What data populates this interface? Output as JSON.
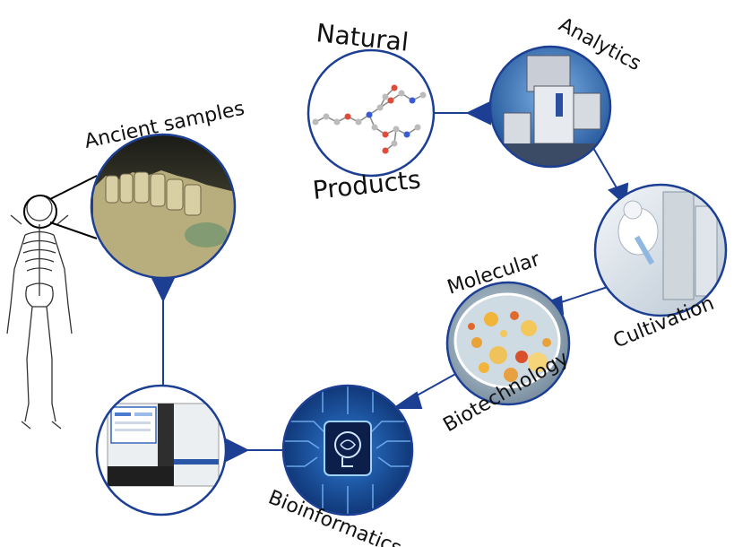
{
  "labels": {
    "ancient": "Ancient samples",
    "natural": "Natural",
    "products": "Products",
    "analytics": "Analytics",
    "cultivation": "Cultivation",
    "molecular": "Molecular",
    "biotechnology": "Biotechnology",
    "bioinformatics": "Bioinformatics"
  },
  "colors": {
    "ring": "#1c3f94",
    "connector": "#1c3f94",
    "skeleton": "#333333"
  },
  "icons": {
    "skeleton": "skeleton-icon",
    "jaw": "jawbone-photo-icon",
    "molecule": "molecule-icon",
    "spectrometer": "mass-spectrometer-photo-icon",
    "lab": "lab-cultivation-photo-icon",
    "petri": "petri-dish-photo-icon",
    "brain": "brain-circuit-icon",
    "sequencer": "sequencer-photo-icon"
  }
}
